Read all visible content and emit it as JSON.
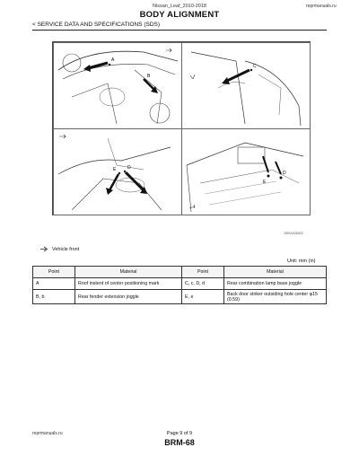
{
  "header": {
    "subtitle": "Nissan_Leaf_2010-2018",
    "site": "reprmanuals.ru",
    "title": "BODY ALIGNMENT",
    "section": "< SERVICE DATA AND SPECIFICATIONS (SDS)"
  },
  "figure": {
    "code": "JSEIA0269ZZ",
    "panels": [
      {
        "labels": [
          "A",
          "B"
        ]
      },
      {
        "labels": [
          "C"
        ]
      },
      {
        "labels": [
          "D",
          "E"
        ]
      },
      {
        "labels": [
          "E",
          "D"
        ]
      }
    ]
  },
  "legend": {
    "text": "Vehicle front",
    "icon": "vehicle-front-arrow-icon"
  },
  "unit": "Unit: mm (in)",
  "table": {
    "headers": [
      "Point",
      "Material",
      "Point",
      "Material"
    ],
    "rows": [
      [
        "A",
        "Roof instent of center positioning mark",
        "C, c, D, d",
        "Rear combination lamp base joggle"
      ],
      [
        "B, b",
        "Rear fender extension joggle",
        "E, e",
        "Back door striker outsiding hole center φ15 (0.59)"
      ]
    ]
  },
  "footer": {
    "site": "reprmanuals.ru",
    "page": "Page 9 of 9",
    "code": "BRM-68"
  }
}
